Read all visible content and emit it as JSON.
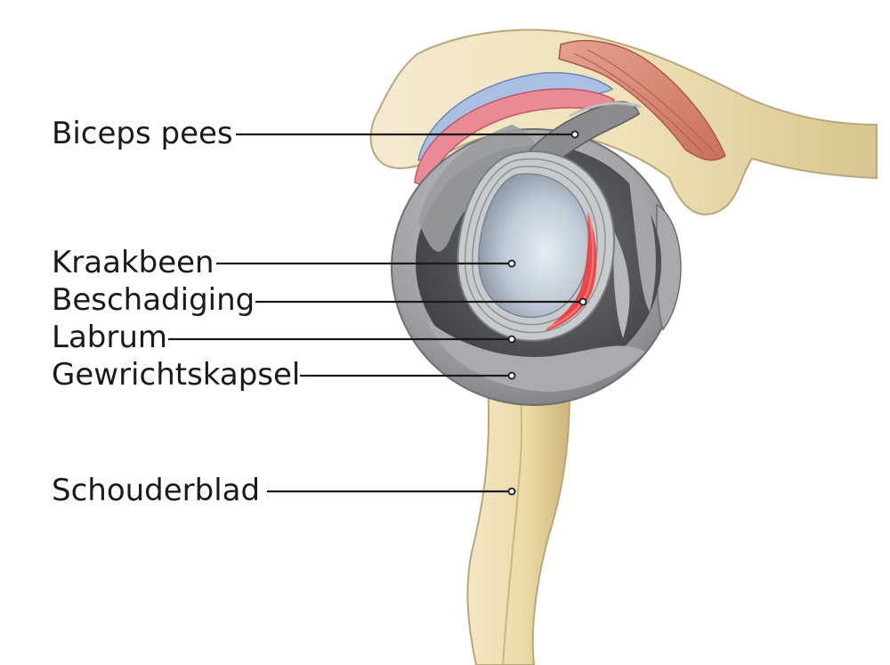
{
  "labels": {
    "biceps_pees": "Biceps pees",
    "kraakbeen": "Kraakbeen",
    "beschadiging": "Beschadiging",
    "labrum": "Labrum",
    "gewrichtskapsel": "Gewrichtskapsel",
    "schouderblad": "Schouderblad"
  },
  "colors": {
    "bone": "#efe2b8",
    "bone_outline": "#b9a77a",
    "muscle": "#d98a78",
    "bursa_blue": "#a9bfe3",
    "bursa_red": "#e98a95",
    "capsule_gray": "#8e9093",
    "cartilage": "#bfcbd6",
    "lesion": "#ee3b3b",
    "leader": "#1a1a1a"
  }
}
